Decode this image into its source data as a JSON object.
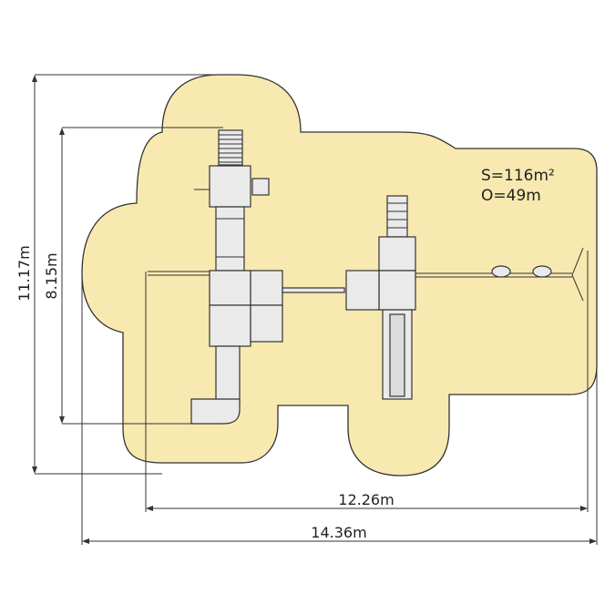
{
  "colors": {
    "safety_zone_fill": "#f8e9b0",
    "safety_zone_stroke": "#333333",
    "equipment_fill": "#eaeaea",
    "line": "#333333"
  },
  "area": {
    "surface": "S=116m²",
    "perimeter": "O=49m"
  },
  "dimensions": {
    "outer_height": "11.17m",
    "inner_height": "8.15m",
    "inner_width": "12.26m",
    "outer_width": "14.36m"
  }
}
